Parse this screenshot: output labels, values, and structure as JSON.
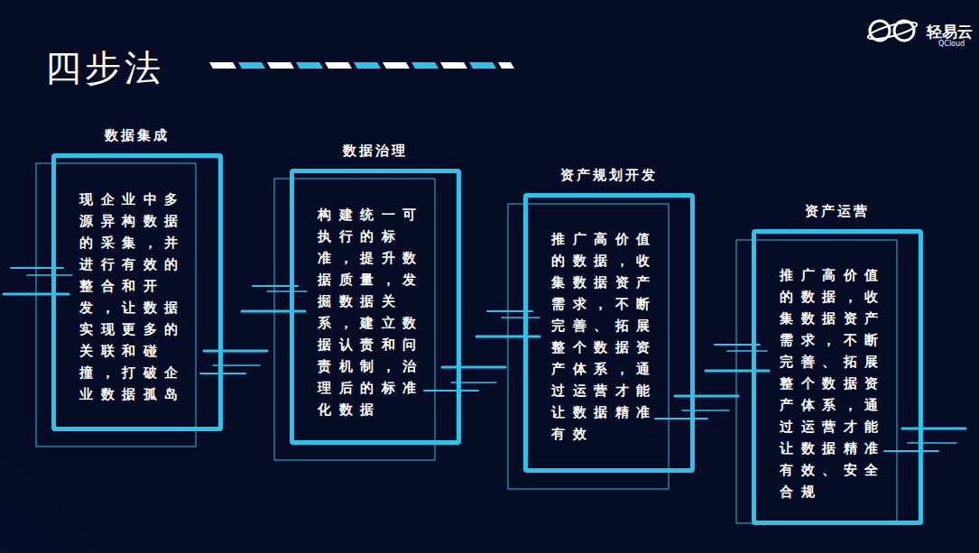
{
  "diagram": {
    "title": "四步法",
    "nodes": [
      {
        "text": [
          "数据集成",
          "现企业中多源异构数据的采集，并进行有效的整合和开发，让数据实现更多的关联和碰撞，打破企业数据孤岛"
        ]
      },
      {
        "text": [
          "数据治理",
          "构建统一可执行的标准，提升数据质量，发掘数据关系，建立数据认责和问责机制，治理后的标准化数据"
        ]
      },
      {
        "text": [
          "资产规划开发",
          "推广高价值的数据，收集数据资产需求，不断完善、拓展整个数据资产体系，通过运营才能让数据精准有效"
        ]
      },
      {
        "text": [
          "资产运营",
          "推广高价值的数据，收集数据资产需求，不断完善、拓展整个数据资产体系，通过运营才能让数据精准有效、安全合规"
        ]
      }
    ],
    "labels": [
      "轻易云",
      "QCloud"
    ]
  }
}
